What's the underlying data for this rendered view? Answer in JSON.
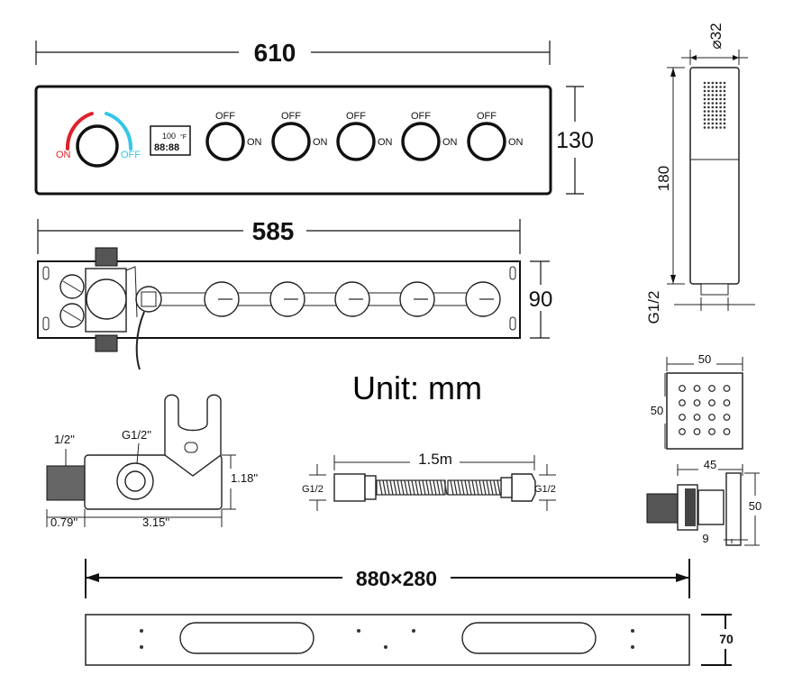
{
  "panel": {
    "width_label": "610",
    "height_label": "130",
    "thermostat_on": "ON",
    "thermostat_off": "OFF",
    "display_temp": "100",
    "display_unit": "°F",
    "display_time": "88:88",
    "valves": [
      {
        "off": "OFF",
        "on": "ON"
      },
      {
        "off": "OFF",
        "on": "ON"
      },
      {
        "off": "OFF",
        "on": "ON"
      },
      {
        "off": "OFF",
        "on": "ON"
      },
      {
        "off": "OFF",
        "on": "ON"
      }
    ]
  },
  "valve_body": {
    "width_label": "585",
    "height_label": "90"
  },
  "hand_shower": {
    "diameter_label": "⌀32",
    "length_label": "180",
    "thread_label": "G1/2"
  },
  "unit_label": "Unit: mm",
  "holder": {
    "inlet_label": "1/2''",
    "thread_label": "G1/2''",
    "height_label": "1.18''",
    "short_label": "0.79''",
    "long_label": "3.15''"
  },
  "hose": {
    "length_label": "1.5m",
    "left_thread": "G1/2",
    "right_thread": "G1/2"
  },
  "body_jet": {
    "front_width": "50",
    "front_height": "50",
    "side_width": "45",
    "side_height": "50",
    "side_depth": "9"
  },
  "overhead": {
    "size_label": "880×280",
    "thickness_label": "70"
  },
  "colors": {
    "hot": "#e0202a",
    "cold": "#35c6e8",
    "line": "#111111"
  }
}
